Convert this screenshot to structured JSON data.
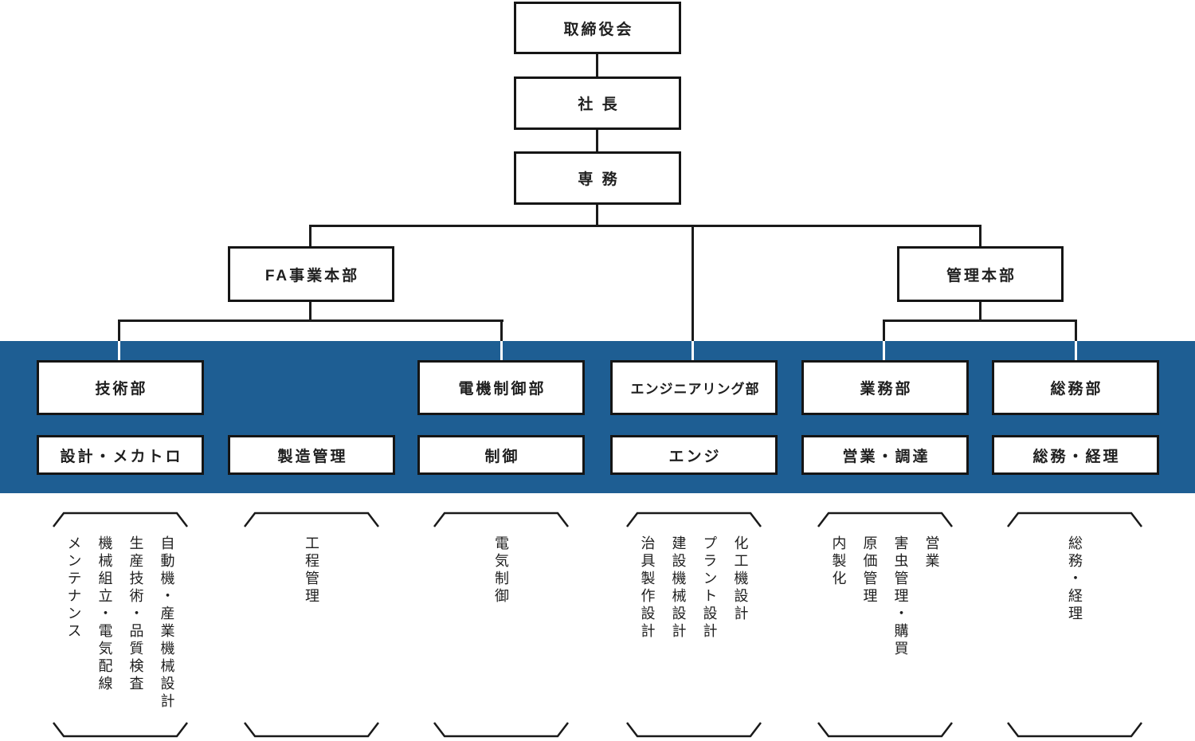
{
  "colors": {
    "band": "#1e5e93",
    "line": "#1a1a1a",
    "line_light": "#ffffff",
    "border": "#151515",
    "text": "#1f1f1f",
    "box_bg": "#ffffff"
  },
  "top_chain": {
    "board": "取締役会",
    "president": "社 長",
    "executive": "専 務"
  },
  "divisions": {
    "fa": "FA事業本部",
    "admin": "管理本部"
  },
  "columns": [
    {
      "dept": "技術部",
      "unit": "設計・メカトロ",
      "functions": [
        "自動機・産業機械設計",
        "生産技術・品質検査",
        "機械組立・電気配線",
        "メンテナンス"
      ]
    },
    {
      "dept": null,
      "unit": "製造管理",
      "functions": [
        "工程管理"
      ]
    },
    {
      "dept": "電機制御部",
      "unit": "制御",
      "functions": [
        "電気制御"
      ]
    },
    {
      "dept": "エンジニアリング部",
      "unit": "エンジ",
      "functions": [
        "化工機設計",
        "プラント設計",
        "建設機械設計",
        "治具製作設計"
      ]
    },
    {
      "dept": "業務部",
      "unit": "営業・調達",
      "functions": [
        "営業",
        "害虫管理・購買",
        "原価管理",
        "内製化"
      ]
    },
    {
      "dept": "総務部",
      "unit": "総務・経理",
      "functions": [
        "総務・経理"
      ]
    }
  ]
}
